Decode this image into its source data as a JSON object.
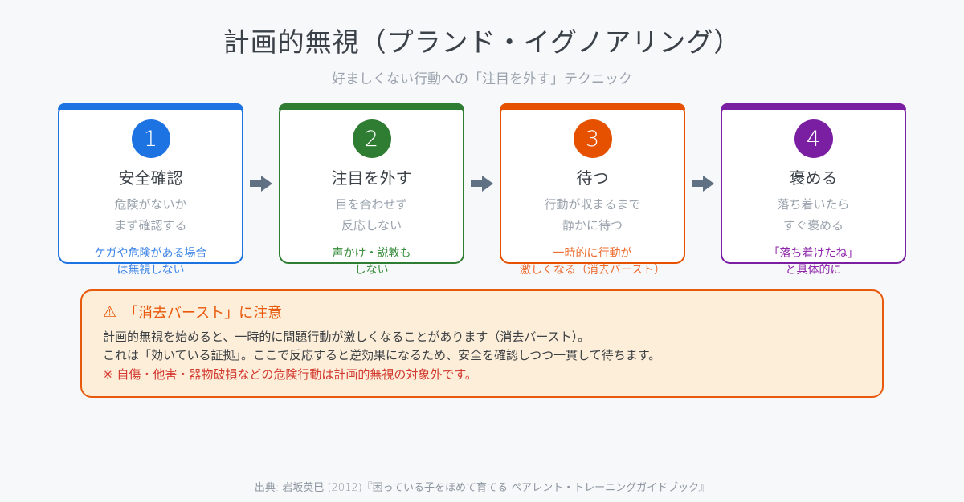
{
  "page": {
    "title": "計画的無視（プランド・イグノアリング）",
    "subtitle": "好ましくない行動への「注目を外す」テクニック",
    "background": "#f7f8fa",
    "footer": "出典: 岩坂英巳 (2012)『困っている子をほめて育てる ペアレント・トレーニングガイドブック』"
  },
  "steps": [
    {
      "number": "1",
      "title": "安全確認",
      "desc_line1": "危険がないか",
      "desc_line2": "まず確認する",
      "note_line1": "ケガや危険がある場合",
      "note_line2": "は無視しない",
      "accent": "#1d73e2",
      "note_color": "#3f86e8"
    },
    {
      "number": "2",
      "title": "注目を外す",
      "desc_line1": "目を合わせず",
      "desc_line2": "反応しない",
      "note_line1": "声かけ・説教も",
      "note_line2": "しない",
      "accent": "#2e7d32",
      "note_color": "#388e3c"
    },
    {
      "number": "3",
      "title": "待つ",
      "desc_line1": "行動が収まるまで",
      "desc_line2": "静かに待つ",
      "note_line1": "一時的に行動が",
      "note_line2": "激しくなる（消去バースト）",
      "accent": "#e65100",
      "note_color": "#ed6c30"
    },
    {
      "number": "4",
      "title": "褒める",
      "desc_line1": "落ち着いたら",
      "desc_line2": "すぐ褒める",
      "note_line1": "「落ち着けたね」",
      "note_line2": "と具体的に",
      "accent": "#7b1fa2",
      "note_color": "#8e24aa"
    }
  ],
  "arrow": {
    "name": "right-arrow",
    "color": "#607183"
  },
  "warning": {
    "icon": "⚠",
    "title": "「消去バースト」に注意",
    "line1": "計画的無視を始めると、一時的に問題行動が激しくなることがあります（消去バースト）。",
    "line2": "これは「効いている証拠」。ここで反応すると逆効果になるため、安全を確認しつつ一貫して待ちます。",
    "line3": "※ 自傷・他害・器物破損などの危険行動は計画的無視の対象外です。",
    "border_color": "#e8590c",
    "background": "#fdeeda",
    "title_color": "#e8590c",
    "danger_color": "#d3392f"
  }
}
